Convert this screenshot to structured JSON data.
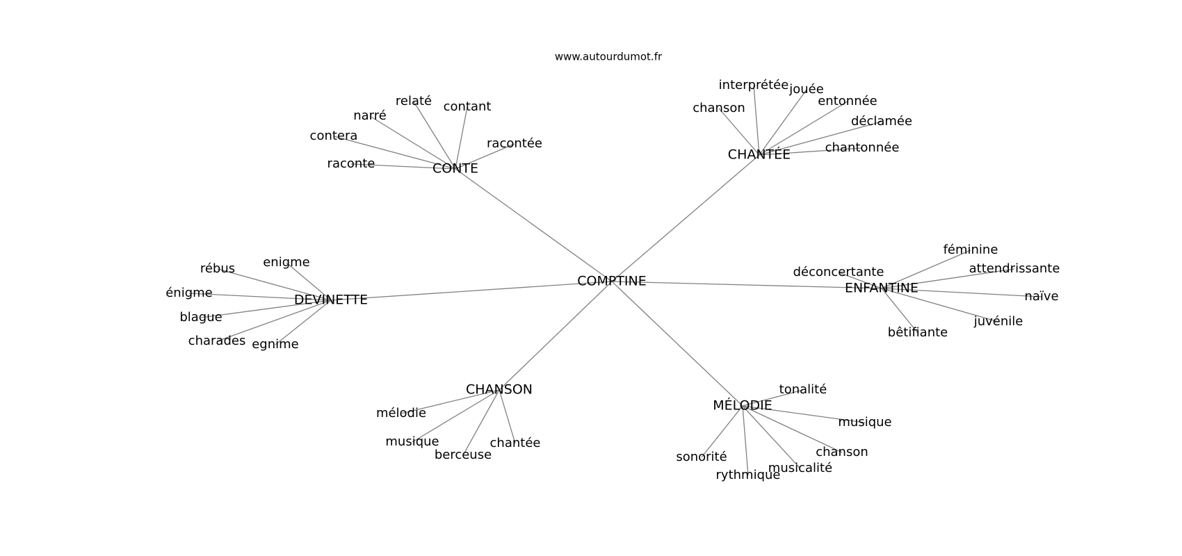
{
  "source": "www.autourdumot.fr",
  "center": "COMPTINE",
  "clusters": [
    {
      "id": "conte",
      "label": "CONTE",
      "words": [
        "raconte",
        "contera",
        "narré",
        "relaté",
        "contant",
        "racontée"
      ]
    },
    {
      "id": "chantee",
      "label": "CHANTÉE",
      "words": [
        "chanson",
        "interprétée",
        "jouée",
        "entonnée",
        "déclamée",
        "chantonnée"
      ]
    },
    {
      "id": "devinette",
      "label": "DEVINETTE",
      "words": [
        "rébus",
        "enigme",
        "énigme",
        "blague",
        "charades",
        "egnime"
      ]
    },
    {
      "id": "enfantine",
      "label": "ENFANTINE",
      "words": [
        "féminine",
        "déconcertante",
        "attendrissante",
        "naïve",
        "juvénile",
        "bêtifiante"
      ]
    },
    {
      "id": "chanson",
      "label": "CHANSON",
      "words": [
        "mélodie",
        "musique",
        "berceuse",
        "chantée"
      ]
    },
    {
      "id": "melodie",
      "label": "MÉLODIE",
      "words": [
        "tonalité",
        "musique",
        "chanson",
        "sonorité",
        "rythmique",
        "musicalité"
      ]
    }
  ]
}
